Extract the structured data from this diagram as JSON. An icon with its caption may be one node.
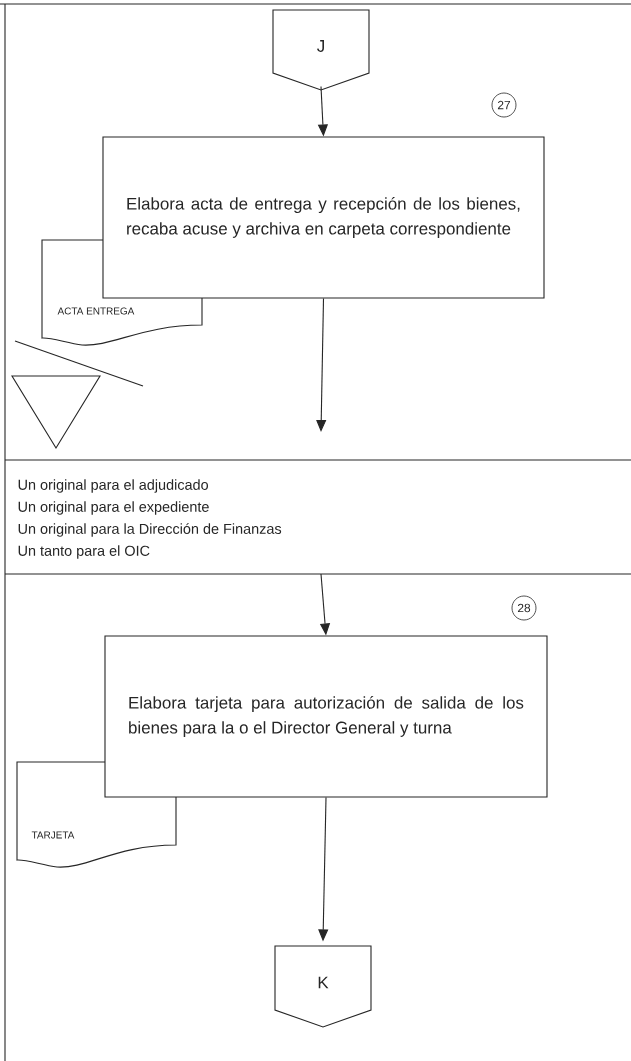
{
  "diagram": {
    "nodes": [
      {
        "text": [
          "J"
        ]
      },
      {
        "text": [
          "Elabora acta de entrega y recepción de los bienes, recaba acuse y archiva en carpeta correspondiente"
        ],
        "beside": [
          "27"
        ]
      },
      {
        "text": [
          "ACTA ENTREGA"
        ]
      },
      {
        "text": [],
        "shape": "triangle"
      },
      {
        "text": [
          "Elabora tarjeta para autorización de salida de los bienes para la o el Director General y turna"
        ],
        "beside": [
          "28"
        ]
      },
      {
        "text": [
          "TARJETA"
        ]
      },
      {
        "text": [
          "K"
        ]
      }
    ],
    "edges": [
      {
        "from": 0,
        "to": 1,
        "arrow": "to"
      },
      {
        "from": 1,
        "to": null,
        "arrow": "to"
      },
      {
        "from": null,
        "to": 4,
        "arrow": "to"
      },
      {
        "from": 4,
        "to": 6,
        "arrow": "to"
      }
    ],
    "labels": [
      "Un original para el adjudicado",
      "Un original para el expediente",
      "Un original para la Dirección de Finanzas",
      "Un tanto para el OIC"
    ]
  }
}
